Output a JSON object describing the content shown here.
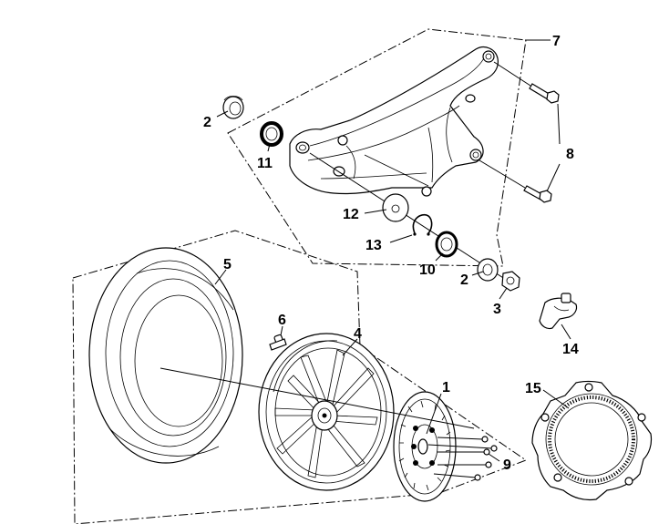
{
  "diagram": {
    "callouts": [
      {
        "id": "c1",
        "label": "1"
      },
      {
        "id": "c2a",
        "label": "2"
      },
      {
        "id": "c2b",
        "label": "2"
      },
      {
        "id": "c3",
        "label": "3"
      },
      {
        "id": "c4",
        "label": "4"
      },
      {
        "id": "c5",
        "label": "5"
      },
      {
        "id": "c6",
        "label": "6"
      },
      {
        "id": "c7",
        "label": "7"
      },
      {
        "id": "c8",
        "label": "8"
      },
      {
        "id": "c9",
        "label": "9"
      },
      {
        "id": "c10",
        "label": "10"
      },
      {
        "id": "c11",
        "label": "11"
      },
      {
        "id": "c12",
        "label": "12"
      },
      {
        "id": "c13",
        "label": "13"
      },
      {
        "id": "c14",
        "label": "14"
      },
      {
        "id": "c15",
        "label": "15"
      }
    ],
    "colors": {
      "line": "#000000",
      "fill": "#ffffff",
      "callout": "#000000"
    }
  }
}
